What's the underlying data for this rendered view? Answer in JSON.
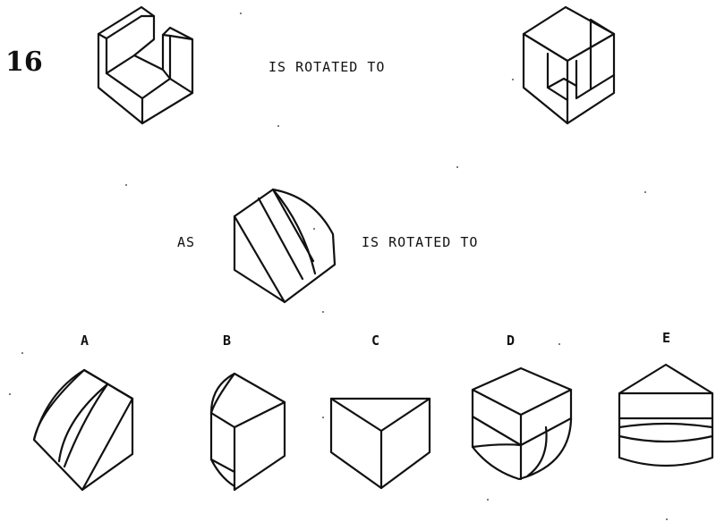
{
  "question_number": "16",
  "stem": {
    "rotated_to_1": "IS ROTATED TO",
    "as_label": "AS",
    "rotated_to_2": "IS ROTATED TO"
  },
  "options": [
    {
      "letter": "A"
    },
    {
      "letter": "B"
    },
    {
      "letter": "C"
    },
    {
      "letter": "D"
    },
    {
      "letter": "E"
    }
  ]
}
